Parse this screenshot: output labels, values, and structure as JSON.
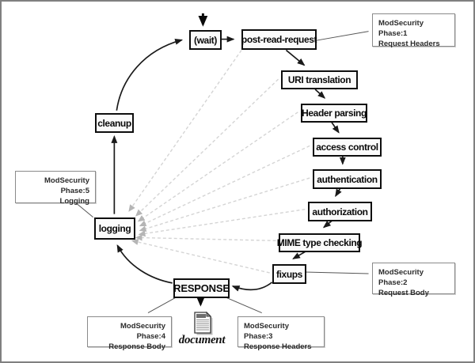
{
  "diagram_title": "Apache request processing cycle with ModSecurity phases",
  "nodes": {
    "wait": "(wait)",
    "post_read_request": "post-read-request",
    "uri_translation": "URI translation",
    "header_parsing": "Header parsing",
    "access_control": "access control",
    "authentication": "authentication",
    "authorization": "authorization",
    "mime_type_checking": "MIME type checking",
    "fixups": "fixups",
    "response": "RESPONSE",
    "cleanup": "cleanup",
    "logging": "logging"
  },
  "callouts": {
    "phase1": {
      "line1": "ModSecurity Phase:1",
      "line2": "Request Headers"
    },
    "phase2": {
      "line1": "ModSecurity Phase:2",
      "line2": "Request Body"
    },
    "phase3": {
      "line1": "ModSecurity Phase:3",
      "line2": "Response Headers"
    },
    "phase4": {
      "line1": "ModSecurity Phase:4",
      "line2": "Response Body"
    },
    "phase5": {
      "line1": "ModSecurity Phase:5",
      "line2": "Logging"
    }
  },
  "document_label": "document",
  "colors": {
    "node_border": "#0e0e0e",
    "callout_border": "#8a8a8a",
    "solid_arrow": "#1a1a1a",
    "dashed_arrow": "#d4d4d4",
    "dashed_arrowhead": "#b5b5b5",
    "connector_line": "#555555",
    "background": "#ffffff",
    "frame": "#808080"
  }
}
